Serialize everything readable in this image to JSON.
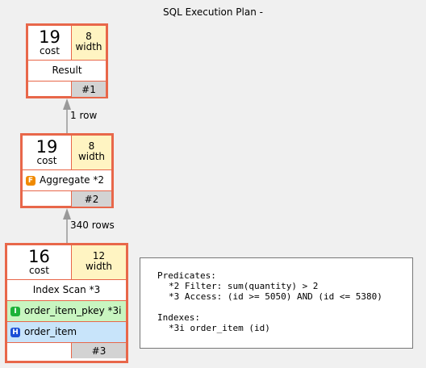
{
  "title": "SQL Execution Plan -",
  "nodes": [
    {
      "id": "#1",
      "cost": "19",
      "cost_label": "cost",
      "width": "8",
      "width_label": "width",
      "label": "Result"
    },
    {
      "id": "#2",
      "cost": "19",
      "cost_label": "cost",
      "width": "8",
      "width_label": "width",
      "op_badge": "F",
      "op_label": "Aggregate *2"
    },
    {
      "id": "#3",
      "cost": "16",
      "cost_label": "cost",
      "width": "12",
      "width_label": "width",
      "label": "Index Scan *3",
      "rows": [
        {
          "badge": "I",
          "text": "order_item_pkey *3i"
        },
        {
          "badge": "H",
          "text": "order_item"
        }
      ]
    }
  ],
  "edges": [
    {
      "label": "1 row"
    },
    {
      "label": "340 rows"
    }
  ],
  "predicates": {
    "heading": "Predicates:",
    "lines": [
      "*2 Filter: sum(quantity) > 2",
      "*3 Access: (id >= 5050) AND (id <= 5380)"
    ],
    "indexes_heading": "Indexes:",
    "index_lines": [
      "*3i order_item (id)"
    ]
  },
  "colors": {
    "node_border": "#e8674a",
    "width_bg": "#fff4c2",
    "id_bg": "#d3d3d3",
    "badge_F": "#f08a00",
    "badge_I": "#1db33a",
    "badge_H": "#1c4fd6",
    "index_row_bg": "#c8f5c0",
    "table_row_bg": "#c8e4fa"
  }
}
